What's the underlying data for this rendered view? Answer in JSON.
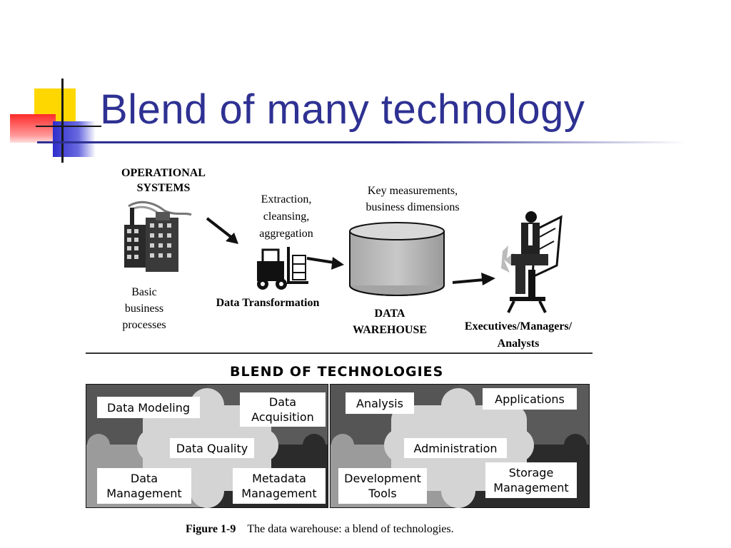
{
  "slide": {
    "title": "Blend of many technology"
  },
  "top_diagram": {
    "operational_systems": "OPERATIONAL\nSYSTEMS",
    "basic_processes": "Basic\nbusiness\nprocesses",
    "extraction": "Extraction,\ncleansing,\naggregation",
    "data_transformation": "Data Transformation",
    "key_measurements": "Key measurements,\nbusiness dimensions",
    "data_warehouse": "DATA\nWAREHOUSE",
    "executives": "Executives/Managers/\nAnalysts"
  },
  "blend": {
    "heading": "BLEND  OF  TECHNOLOGIES",
    "left_pieces": {
      "data_modeling": "Data Modeling",
      "data_acquisition": "Data\nAcquisition",
      "data_quality": "Data Quality",
      "data_management": "Data\nManagement",
      "metadata_management": "Metadata\nManagement"
    },
    "right_pieces": {
      "analysis": "Analysis",
      "applications": "Applications",
      "administration": "Administration",
      "development_tools": "Development\nTools",
      "storage_management": "Storage\nManagement"
    }
  },
  "caption": {
    "figure": "Figure 1-9",
    "text": "The data warehouse: a blend of technologies."
  },
  "colors": {
    "title": "#2e3192",
    "accent_yellow": "#ffd700",
    "accent_red": "#ff3030",
    "accent_blue": "#3333cc"
  }
}
